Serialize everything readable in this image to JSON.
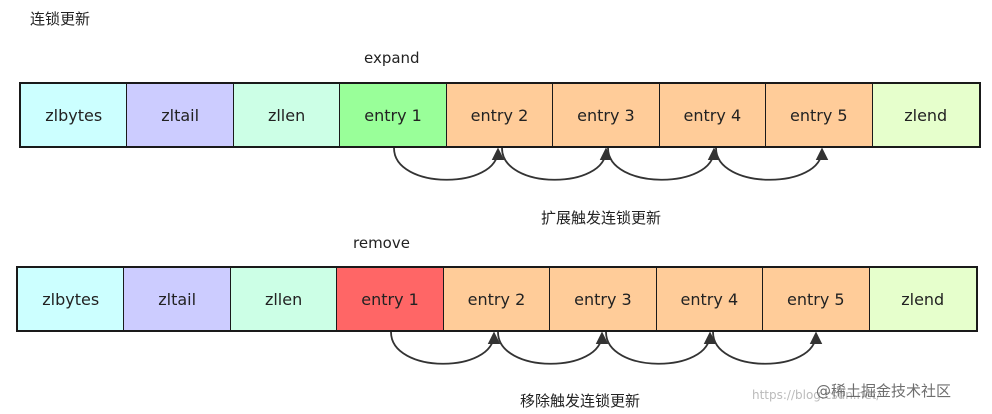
{
  "title": "连锁更新",
  "diagram1": {
    "label": "expand",
    "caption": "扩展触发连锁更新",
    "cells": [
      {
        "text": "zlbytes",
        "color": "#ccffff"
      },
      {
        "text": "zltail",
        "color": "#ccccff"
      },
      {
        "text": "zllen",
        "color": "#ccffe6"
      },
      {
        "text": "entry 1",
        "color": "#99ff99"
      },
      {
        "text": "entry 2",
        "color": "#ffcc99"
      },
      {
        "text": "entry 3",
        "color": "#ffcc99"
      },
      {
        "text": "entry 4",
        "color": "#ffcc99"
      },
      {
        "text": "entry 5",
        "color": "#ffcc99"
      },
      {
        "text": "zlend",
        "color": "#e6ffcc"
      }
    ]
  },
  "diagram2": {
    "label": "remove",
    "caption": "移除触发连锁更新",
    "cells": [
      {
        "text": "zlbytes",
        "color": "#ccffff"
      },
      {
        "text": "zltail",
        "color": "#ccccff"
      },
      {
        "text": "zllen",
        "color": "#ccffe6"
      },
      {
        "text": "entry 1",
        "color": "#ff6666"
      },
      {
        "text": "entry 2",
        "color": "#ffcc99"
      },
      {
        "text": "entry 3",
        "color": "#ffcc99"
      },
      {
        "text": "entry 4",
        "color": "#ffcc99"
      },
      {
        "text": "entry 5",
        "color": "#ffcc99"
      },
      {
        "text": "zlend",
        "color": "#e6ffcc"
      }
    ]
  },
  "watermark": {
    "text": "@稀土掘金技术社区",
    "url": "https://blog.csdn.net/"
  }
}
